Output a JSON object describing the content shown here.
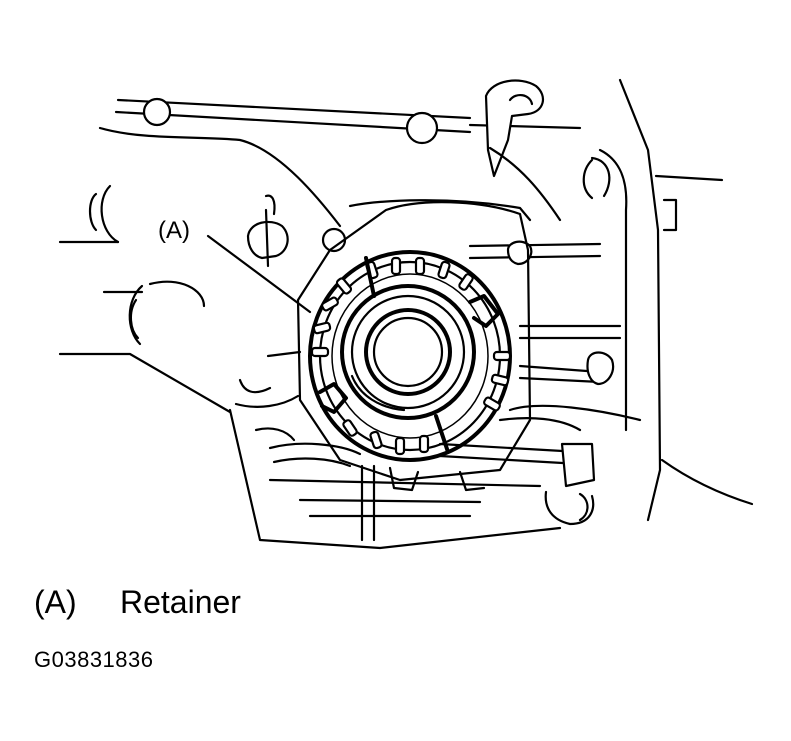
{
  "callout": {
    "label": "(A)"
  },
  "legend": {
    "code": "(A)",
    "description": "Retainer"
  },
  "figure_id": "G03831836"
}
